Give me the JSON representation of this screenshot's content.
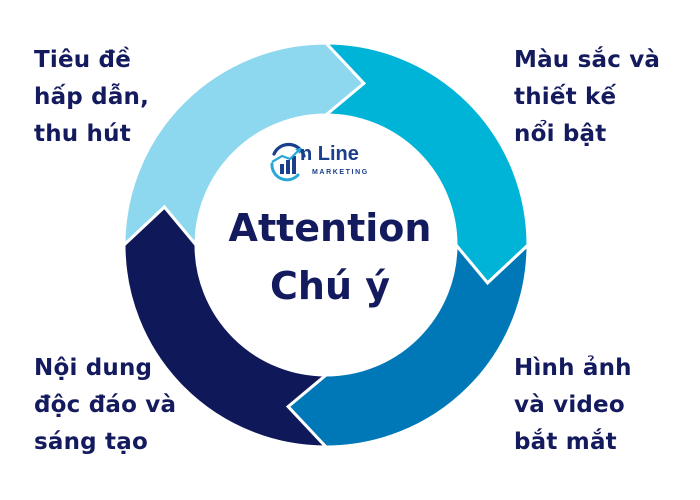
{
  "diagram": {
    "center": {
      "title": "Attention",
      "subtitle": "Chú ý"
    },
    "logo": {
      "main": "n Line",
      "sub": "MARKETING"
    },
    "items": [
      {
        "position": "top-left",
        "lines": [
          "Tiêu đề",
          "hấp dẫn,",
          "thu hút"
        ],
        "color": "#8dd8ee"
      },
      {
        "position": "top-right",
        "lines": [
          "Màu sắc và",
          "thiết kế",
          "nổi bật"
        ],
        "color": "#00b4d8"
      },
      {
        "position": "bottom-right",
        "lines": [
          "Hình ảnh",
          "và video",
          "bắt mắt"
        ],
        "color": "#0078b8"
      },
      {
        "position": "bottom-left",
        "lines": [
          "Nội dung",
          "độc đáo và",
          "sáng tạo"
        ],
        "color": "#0f1858"
      }
    ],
    "text_color": "#141a5e"
  }
}
